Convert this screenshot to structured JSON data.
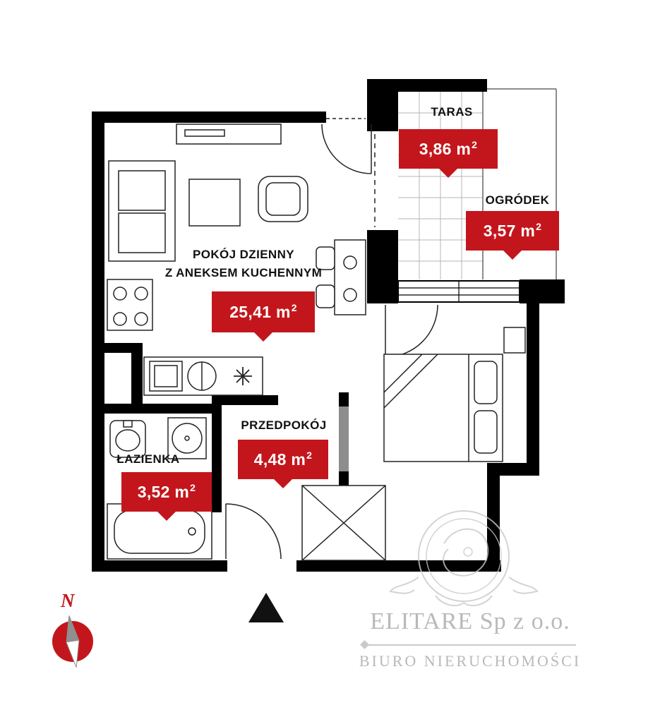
{
  "plan": {
    "rooms": [
      {
        "id": "taras",
        "label": "TARAS",
        "area": "3,86 m",
        "area_sup": "2"
      },
      {
        "id": "ogrodek",
        "label": "OGRÓDEK",
        "area": "3,57 m",
        "area_sup": "2"
      },
      {
        "id": "pokoj",
        "label": "POKÓJ DZIENNY\nZ ANEKSEM KUCHENNYM",
        "area": "25,41 m",
        "area_sup": "2"
      },
      {
        "id": "przedpokoj",
        "label": "PRZEDPOKÓJ",
        "area": "4,48 m",
        "area_sup": "2"
      },
      {
        "id": "lazienka",
        "label": "ŁAZIENKA",
        "area": "3,52 m",
        "area_sup": "2"
      }
    ],
    "colors": {
      "area_badge": "#c3161c",
      "walls": "#000000",
      "watermark": "#b9b9b9"
    }
  },
  "compass": {
    "label": "N"
  },
  "branding": {
    "company": "ELITARE Sp z o.o.",
    "tagline": "BIURO NIERUCHOMOŚCI"
  }
}
